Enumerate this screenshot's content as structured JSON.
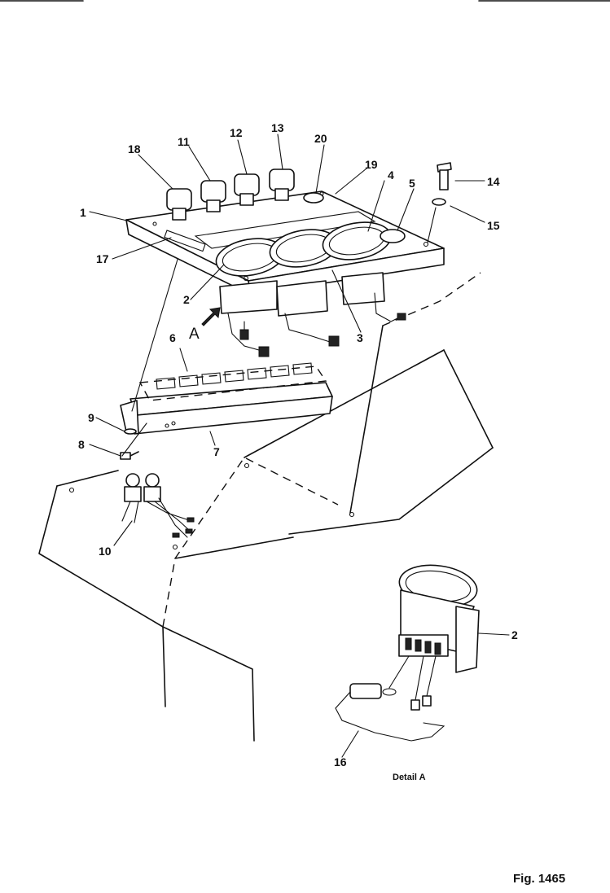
{
  "labels": {
    "n1": "1",
    "n2": "2",
    "n3": "3",
    "n4": "4",
    "n5": "5",
    "n6": "6",
    "n7": "7",
    "n8": "8",
    "n9": "9",
    "n10": "10",
    "n11": "11",
    "n12": "12",
    "n13": "13",
    "n14": "14",
    "n15": "15",
    "n16": "16",
    "n17": "17",
    "n18": "18",
    "n19": "19",
    "n20": "20",
    "n2_detail": "2"
  },
  "view_marker": "A",
  "detail_caption": "Detail A",
  "figure_number": "Fig. 1465"
}
